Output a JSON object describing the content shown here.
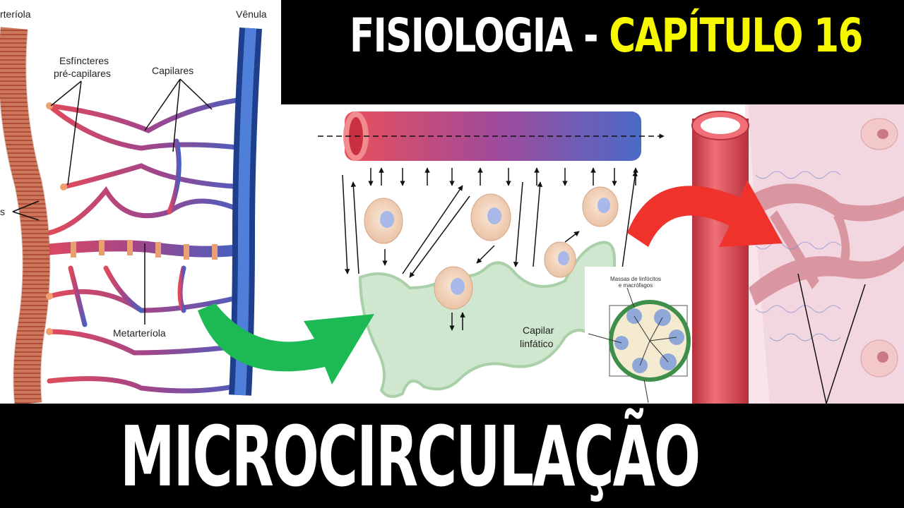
{
  "title": {
    "part1": "FISIOLOGIA  - ",
    "part2": "CAPÍTULO 16"
  },
  "subtitle": "MICROCIRCULAÇÃO",
  "colors": {
    "accent_yellow": "#f7f700",
    "background_bar": "#000000",
    "arrow_green": "#1db954",
    "arrow_red": "#f0322d",
    "vein_blue": "#2f5fb8",
    "arteriole_orange": "#d9765a"
  },
  "left_diagram": {
    "labels": {
      "arteriole": "rteríola",
      "venule": "Vênula",
      "sphincters_line1": "Esfíncteres",
      "sphincters_line2": "pré-capilares",
      "capillaries": "Capilares",
      "metarteriole": "Metarteríola",
      "cut_label": "s"
    }
  },
  "middle_diagram": {
    "labels": {
      "lymph_capillary_line1": "Capilar",
      "lymph_capillary_line2": "linfático"
    }
  },
  "lymph_node": {
    "labels": {
      "line1": "Massas de linfócitos",
      "line2": "e macrófagos"
    }
  }
}
